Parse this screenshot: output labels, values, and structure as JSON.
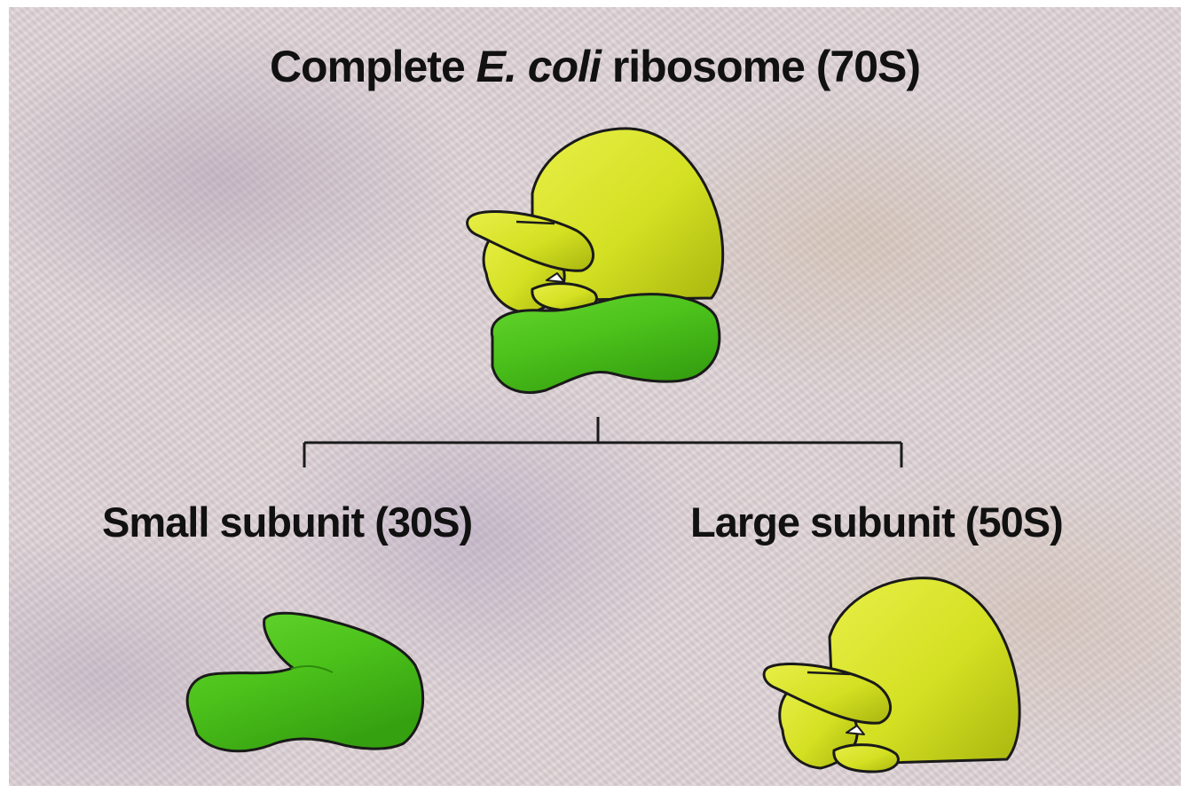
{
  "title": {
    "prefix": "Complete",
    "italic": "E. coli",
    "suffix": "ribosome (70S)"
  },
  "subunits": {
    "small": {
      "label": "Small subunit (30S)"
    },
    "large": {
      "label": "Large subunit (50S)"
    }
  },
  "colors": {
    "large_subunit": "#d4e022",
    "small_subunit": "#4cc21b",
    "outline": "#1a1a1a"
  }
}
